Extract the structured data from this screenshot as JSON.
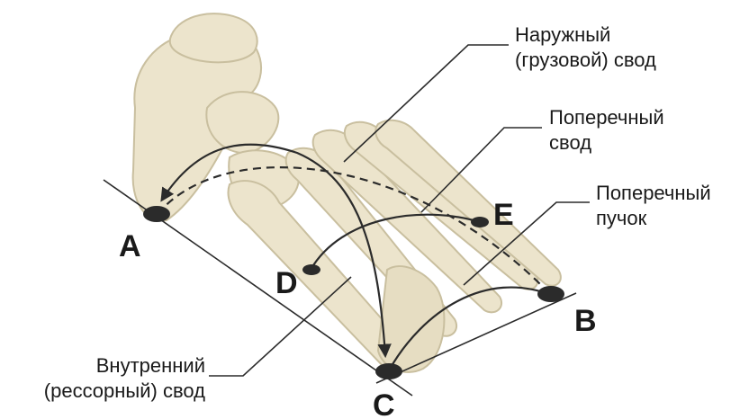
{
  "labels": {
    "outer_arch": [
      "Наружный",
      "(грузовой) свод"
    ],
    "transverse_arch": [
      "Поперечный",
      "свод"
    ],
    "transverse_bundle": [
      "Поперечный",
      "пучок"
    ],
    "inner_arch": [
      "Внутренний",
      "(рессорный) свод"
    ]
  },
  "points": {
    "a": "A",
    "b": "B",
    "c": "C",
    "d": "D",
    "e": "E"
  },
  "colors": {
    "bone": "#ece4cc",
    "bone_shadow": "#c9bf9f",
    "ink": "#2b2b2b"
  }
}
